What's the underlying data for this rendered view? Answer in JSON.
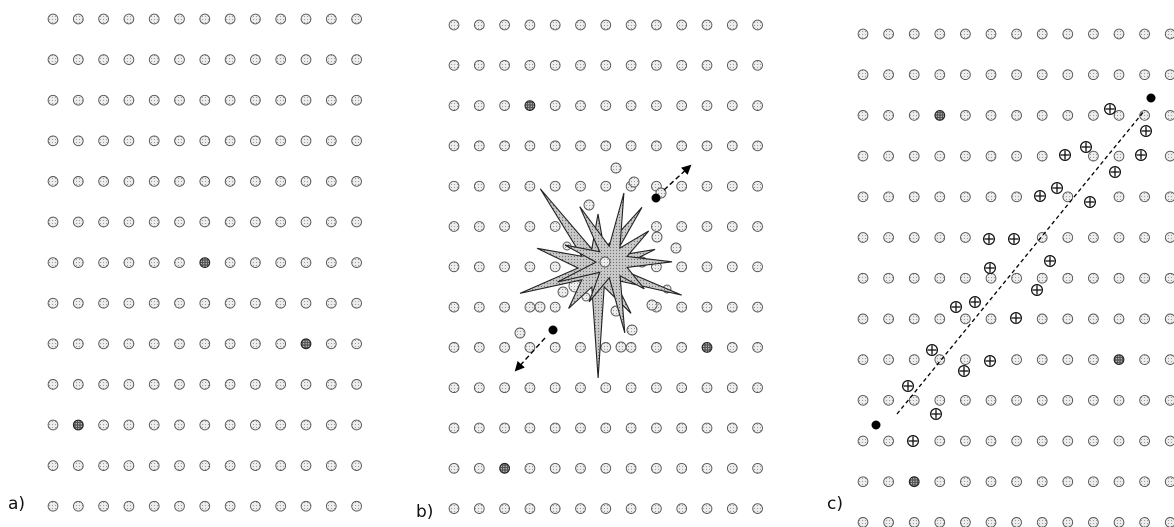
{
  "panels": [
    {
      "id": "a",
      "label": "a)"
    },
    {
      "id": "b",
      "label": "b)"
    },
    {
      "id": "c",
      "label": "c)"
    }
  ],
  "lattice": {
    "rows": 13,
    "cols": 13
  },
  "colors": {
    "atom_fill": "#e4e4e4",
    "atom_stroke": "#555555",
    "defect_fill": "#6a6a6a",
    "particle": "#000000",
    "burst_fill": "#bdbdbd",
    "burst_stroke": "#222222"
  }
}
